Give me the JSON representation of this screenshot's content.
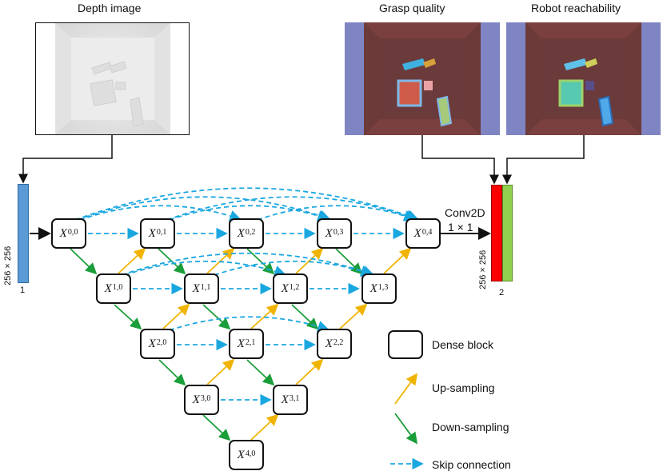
{
  "inputs": {
    "depth_title": "Depth image",
    "grasp_title": "Grasp quality",
    "reach_title": "Robot reachability"
  },
  "input_tensor": {
    "size": "256 × 256",
    "channels": "1",
    "color": "#5b9bd5"
  },
  "output_tensor": {
    "size": "256 × 256",
    "channels": "2",
    "color_a": "#ff0000",
    "color_b": "#92d050"
  },
  "conv": {
    "line1": "Conv2D",
    "line2": "1 × 1"
  },
  "nodes": [
    {
      "id": "x00",
      "base": "X",
      "sup": "0,0"
    },
    {
      "id": "x01",
      "base": "X",
      "sup": "0,1"
    },
    {
      "id": "x02",
      "base": "X",
      "sup": "0,2"
    },
    {
      "id": "x03",
      "base": "X",
      "sup": "0,3"
    },
    {
      "id": "x04",
      "base": "X",
      "sup": "0,4"
    },
    {
      "id": "x10",
      "base": "X",
      "sup": "1,0"
    },
    {
      "id": "x11",
      "base": "X",
      "sup": "1,1"
    },
    {
      "id": "x12",
      "base": "X",
      "sup": "1,2"
    },
    {
      "id": "x13",
      "base": "X",
      "sup": "1,3"
    },
    {
      "id": "x20",
      "base": "X",
      "sup": "2,0"
    },
    {
      "id": "x21",
      "base": "X",
      "sup": "2,1"
    },
    {
      "id": "x22",
      "base": "X",
      "sup": "2,2"
    },
    {
      "id": "x30",
      "base": "X",
      "sup": "3,0"
    },
    {
      "id": "x31",
      "base": "X",
      "sup": "3,1"
    },
    {
      "id": "x40",
      "base": "X",
      "sup": "4,0"
    }
  ],
  "legend": {
    "dense_block": "Dense block",
    "up_sampling": "Up-sampling",
    "down_sampling": "Down-sampling",
    "skip_connection": "Skip connection"
  },
  "colors": {
    "up": "#f0b400",
    "down": "#1a9e3a",
    "skip": "#1aa7e0"
  }
}
